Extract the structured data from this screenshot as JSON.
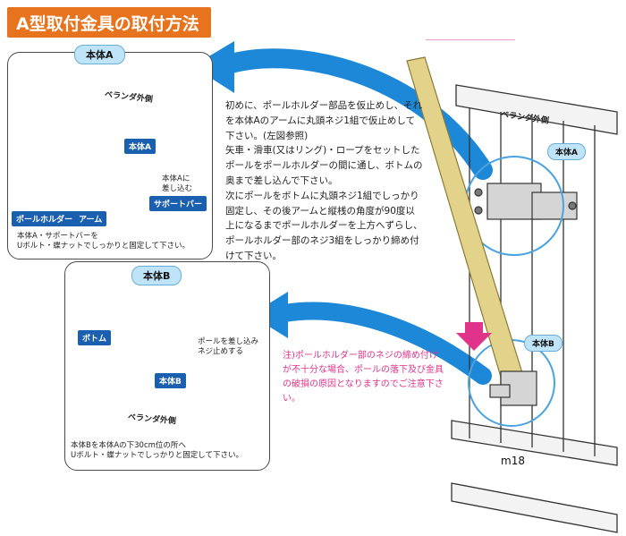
{
  "title": "A型取付金具の取付方法",
  "panel_a": {
    "label": "本体A",
    "railing_side": "ベランダ外側",
    "tag_body": "本体A",
    "insert_note": "本体Aに\n差し込む",
    "tag_pole_holder": "ポールホルダー",
    "tag_arm": "アーム",
    "tag_support_bar": "サポートバー",
    "bottom_note": "本体A・サポートバーを\nUボルト・蝶ナットでしっかりと固定して下さい。"
  },
  "panel_b": {
    "label": "本体B",
    "tag_bottom": "ボトム",
    "tag_body": "本体B",
    "insert_note": "ポールを差し込み\nネジ止めする",
    "railing_side": "ベランダ外側",
    "bottom_note": "本体Bを本体Aの下30cm位の所へ\nUボルト・蝶ナットでしっかりと固定して下さい。"
  },
  "instructions": [
    "初めに、ポールホルダー部品を仮止めし、それを本体Aのアームに丸頭ネジ1組で仮止めして下さい。(左図参照)",
    "矢車・滑車(又はリング)・ロープをセットしたポールをポールホルダーの間に通し、ボトムの奥まで差し込んで下さい。",
    "次にポールをボトムに丸頭ネジ1組でしっかり固定し、その後アームと縦桟の角度が90度以上になるまでポールホルダーを上方へずらし、ポールホルダー部のネジ3組をしっかり締め付けて下さい。"
  ],
  "caution": "注)ポールホルダー部のネジの締め付けが不十分な場合、ポールの落下及び金具の破損の原因となりますのでご注意下さい。",
  "right_figure": {
    "railing_side": "ベランダ外側",
    "tag_body_a": "本体A",
    "tag_body_b": "本体B",
    "code": "m18"
  },
  "colors": {
    "title_bg": "#e8731e",
    "arrow_blue": "#1e88d8",
    "tag_blue": "#1b5fb0",
    "tag_light": "#bfe3f7",
    "caution_pink": "#e0338a",
    "pole_yellow": "#e3d28a"
  }
}
